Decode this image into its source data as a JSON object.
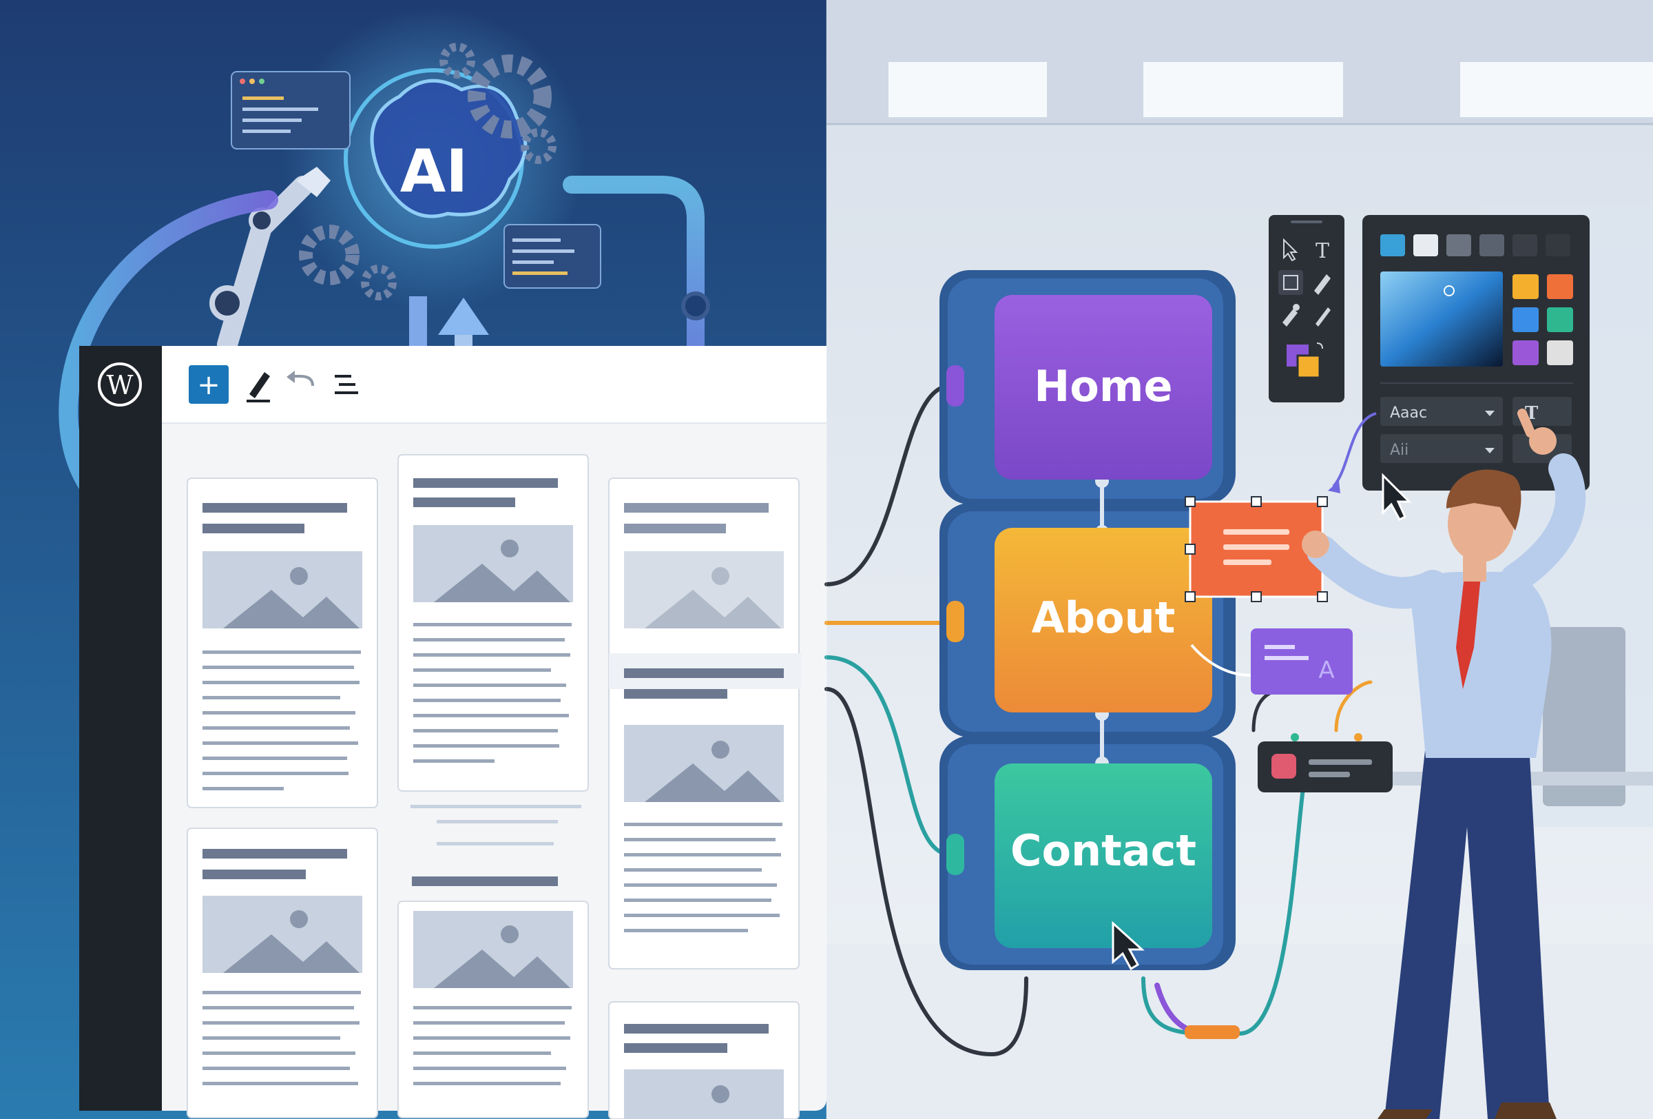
{
  "ai_badge": {
    "label": "AI"
  },
  "editor": {
    "toolbar": {
      "add_symbol": "+",
      "logo_symbol": "W"
    }
  },
  "sitemap": {
    "buttons": [
      {
        "label": "Home",
        "color": "#8a55d8"
      },
      {
        "label": "About",
        "color": "#f0a030"
      },
      {
        "label": "Contact",
        "color": "#2fb8a0"
      }
    ]
  },
  "design_panel": {
    "font_select": "Aaac",
    "size_select": "Aii",
    "text_tool": "T",
    "swatches": [
      "#3aa0d8",
      "#e8ecf0",
      "#6b7380",
      "#5a6270",
      "#3a3f47",
      "#34393f"
    ],
    "palette_swatches": [
      "#f4b02c",
      "#f0703a",
      "#3a8ee8",
      "#2fb890",
      "#9a58d8",
      "#e0e0e0"
    ]
  },
  "colors": {
    "left_bg_top": "#1e3f74",
    "left_bg_bottom": "#2a78ae",
    "office_bg": "#e4ebf3",
    "editor_chrome": "#1e2329",
    "accent_blue": "#5fb4e8"
  }
}
